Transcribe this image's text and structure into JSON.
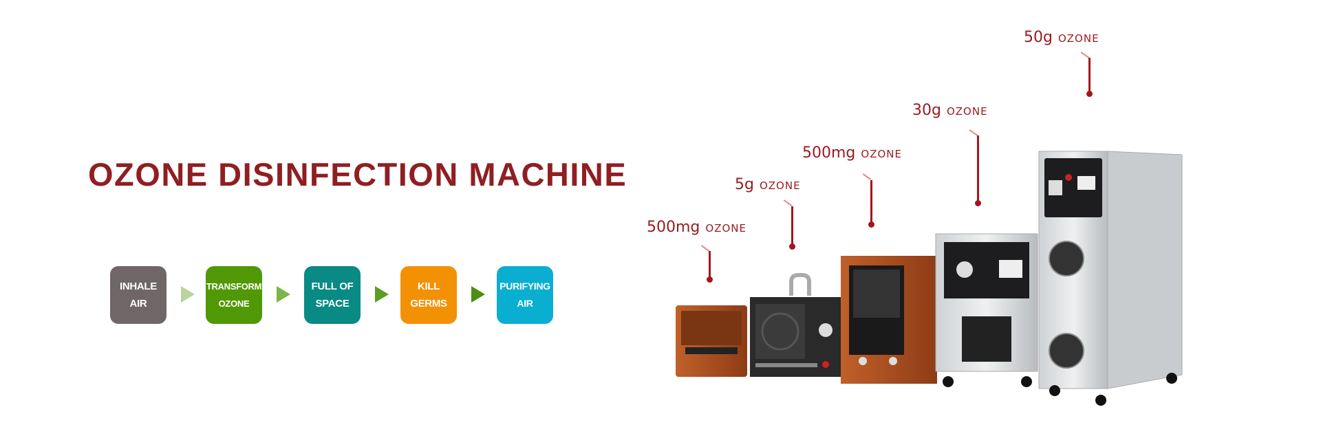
{
  "title": "OZONE DISINFECTION MACHINE",
  "process_steps": [
    {
      "line1": "INHALE",
      "line2": "AIR",
      "color": "#6f6767"
    },
    {
      "line1": "TRANSFORM",
      "line2": "OZONE",
      "color": "#519807"
    },
    {
      "line1": "FULL OF",
      "line2": "SPACE",
      "color": "#098a84"
    },
    {
      "line1": "KILL",
      "line2": "GERMS",
      "color": "#f39105"
    },
    {
      "line1": "PURIFYING",
      "line2": "AIR",
      "color": "#0aaed1"
    }
  ],
  "arrow_colors": [
    "#b7d59c",
    "#7ab648",
    "#5a9e22",
    "#4a9010"
  ],
  "products": [
    {
      "output": "500mg",
      "unit": "OZONE"
    },
    {
      "output": "5g",
      "unit": "OZONE"
    },
    {
      "output": "500mg",
      "unit": "OZONE"
    },
    {
      "output": "30g",
      "unit": "OZONE"
    },
    {
      "output": "50g",
      "unit": "OZONE"
    }
  ],
  "accent_color": "#8f1f22"
}
